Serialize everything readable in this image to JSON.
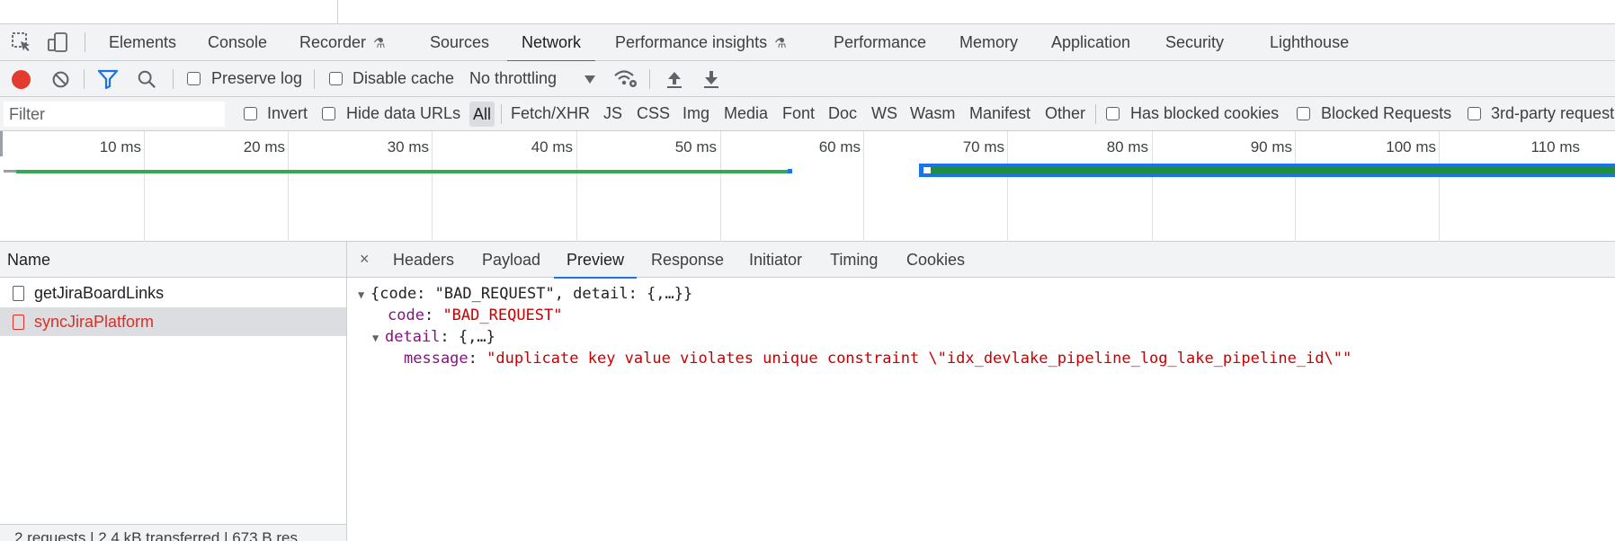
{
  "tabs": [
    {
      "label": "Elements"
    },
    {
      "label": "Console"
    },
    {
      "label": "Recorder"
    },
    {
      "label": "Sources"
    },
    {
      "label": "Network"
    },
    {
      "label": "Performance insights"
    },
    {
      "label": "Performance"
    },
    {
      "label": "Memory"
    },
    {
      "label": "Application"
    },
    {
      "label": "Security"
    },
    {
      "label": "Lighthouse"
    }
  ],
  "active_tab": "Network",
  "toolbar": {
    "preserve_log": "Preserve log",
    "disable_cache": "Disable cache",
    "throttling": "No throttling"
  },
  "filter": {
    "placeholder": "Filter",
    "invert": "Invert",
    "hide_data_urls": "Hide data URLs",
    "types": [
      "All",
      "Fetch/XHR",
      "JS",
      "CSS",
      "Img",
      "Media",
      "Font",
      "Doc",
      "WS",
      "Wasm",
      "Manifest",
      "Other"
    ],
    "active_type": "All",
    "has_blocked_cookies": "Has blocked cookies",
    "blocked_requests": "Blocked Requests",
    "third_party": "3rd-party request"
  },
  "timeline": {
    "ticks": [
      "10 ms",
      "20 ms",
      "30 ms",
      "40 ms",
      "50 ms",
      "60 ms",
      "70 ms",
      "80 ms",
      "90 ms",
      "100 ms",
      "110 ms"
    ]
  },
  "requests": {
    "header": "Name",
    "items": [
      {
        "name": "getJiraBoardLinks",
        "status": "ok"
      },
      {
        "name": "syncJiraPlatform",
        "status": "error"
      }
    ],
    "summary": "2 requests | 2.4 kB transferred | 673 B res"
  },
  "details": {
    "close": "×",
    "tabs": [
      "Headers",
      "Payload",
      "Preview",
      "Response",
      "Initiator",
      "Timing",
      "Cookies"
    ],
    "active_tab": "Preview",
    "preview": {
      "root": "{code: \"BAD_REQUEST\", detail: {,…}}",
      "code_key": "code",
      "code_value": "\"BAD_REQUEST\"",
      "detail_key": "detail",
      "detail_value": "{,…}",
      "message_key": "message",
      "message_value": "\"duplicate key value violates unique constraint \\\"idx_devlake_pipeline_log_lake_pipeline_id\\\"\""
    }
  },
  "colors": {
    "accent": "#1a73e8",
    "record": "#e33b2e",
    "error": "#d93025",
    "json_key": "#881280",
    "json_string": "#c80000",
    "waterfall_green": "#34a853",
    "waterfall_blue": "#1a73e8"
  }
}
